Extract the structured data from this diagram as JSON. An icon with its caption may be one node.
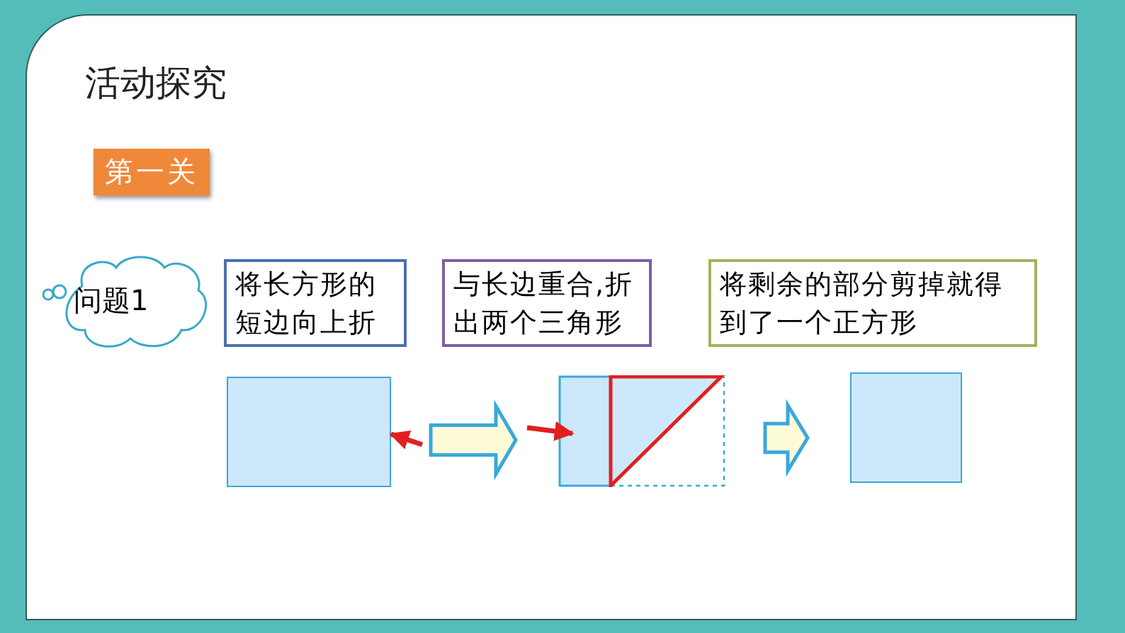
{
  "diagram": {
    "title": "活动探究",
    "nodes": [
      {
        "text": [
          "第一关"
        ]
      },
      {
        "text": [
          "问题1"
        ]
      },
      {
        "text": [
          "将长方形的短边向上折"
        ]
      },
      {
        "text": [
          "与长边重合,折出两个三角形"
        ]
      },
      {
        "text": [
          "将剩余的部分剪掉就得到了一个正方形"
        ]
      },
      {
        "text": [],
        "shape": "box"
      },
      {
        "text": [],
        "shape": "box"
      },
      {
        "text": [],
        "shape": "box"
      }
    ],
    "edges": [
      {
        "from": 5,
        "to": 6,
        "arrow": "to"
      },
      {
        "from": 6,
        "to": 7,
        "arrow": "to"
      },
      {
        "from": null,
        "to": 5,
        "arrow": "to",
        "color": "#e02020"
      },
      {
        "from": null,
        "to": 6,
        "arrow": "to",
        "color": "#e02020"
      }
    ]
  }
}
